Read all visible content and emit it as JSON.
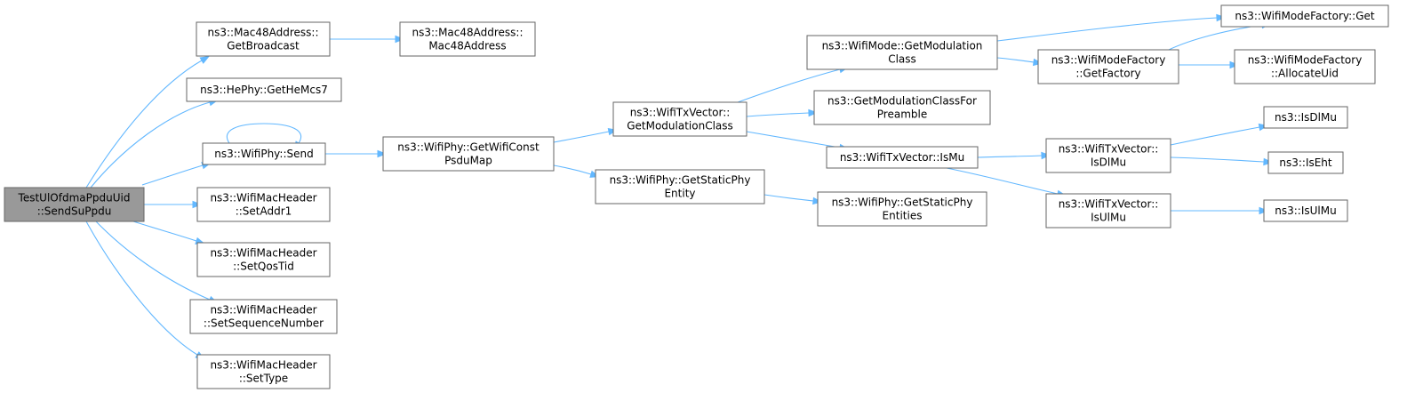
{
  "colors": {
    "background": "#ffffff",
    "node_fill": "#ffffff",
    "node_border": "#666666",
    "root_fill": "#999999",
    "edge": "#63b8ff",
    "text": "#000000"
  },
  "nodes": [
    {
      "id": "root",
      "lines": [
        "TestUlOfdmaPpduUid",
        "::SendSuPpdu"
      ],
      "root": true
    },
    {
      "id": "getbroadcast",
      "lines": [
        "ns3::Mac48Address::",
        "GetBroadcast"
      ]
    },
    {
      "id": "mac48ctor",
      "lines": [
        "ns3::Mac48Address::",
        "Mac48Address"
      ]
    },
    {
      "id": "gethemcs7",
      "lines": [
        "ns3::HePhy::GetHeMcs7"
      ]
    },
    {
      "id": "send",
      "lines": [
        "ns3::WifiPhy::Send"
      ]
    },
    {
      "id": "setaddr1",
      "lines": [
        "ns3::WifiMacHeader",
        "::SetAddr1"
      ]
    },
    {
      "id": "setqostid",
      "lines": [
        "ns3::WifiMacHeader",
        "::SetQosTid"
      ]
    },
    {
      "id": "setseq",
      "lines": [
        "ns3::WifiMacHeader",
        "::SetSequenceNumber"
      ]
    },
    {
      "id": "settype",
      "lines": [
        "ns3::WifiMacHeader",
        "::SetType"
      ]
    },
    {
      "id": "getwificonst",
      "lines": [
        "ns3::WifiPhy::GetWifiConst",
        "PsduMap"
      ]
    },
    {
      "id": "txv_getmod",
      "lines": [
        "ns3::WifiTxVector::",
        "GetModulationClass"
      ]
    },
    {
      "id": "getstaticphy",
      "lines": [
        "ns3::WifiPhy::GetStaticPhy",
        "Entity"
      ]
    },
    {
      "id": "wm_getmod",
      "lines": [
        "ns3::WifiMode::GetModulation",
        "Class"
      ]
    },
    {
      "id": "getmodpre",
      "lines": [
        "ns3::GetModulationClassFor",
        "Preamble"
      ]
    },
    {
      "id": "ismu",
      "lines": [
        "ns3::WifiTxVector::IsMu"
      ]
    },
    {
      "id": "getstaticphies",
      "lines": [
        "ns3::WifiPhy::GetStaticPhy",
        "Entities"
      ]
    },
    {
      "id": "getfactory",
      "lines": [
        "ns3::WifiModeFactory",
        "::GetFactory"
      ]
    },
    {
      "id": "wmf_get",
      "lines": [
        "ns3::WifiModeFactory::Get"
      ]
    },
    {
      "id": "allocateuid",
      "lines": [
        "ns3::WifiModeFactory",
        "::AllocateUid"
      ]
    },
    {
      "id": "txv_isdlmu",
      "lines": [
        "ns3::WifiTxVector::",
        "IsDlMu"
      ]
    },
    {
      "id": "txv_isulmu",
      "lines": [
        "ns3::WifiTxVector::",
        "IsUlMu"
      ]
    },
    {
      "id": "isdlmu",
      "lines": [
        "ns3::IsDlMu"
      ]
    },
    {
      "id": "iseht",
      "lines": [
        "ns3::IsEht"
      ]
    },
    {
      "id": "isulmu",
      "lines": [
        "ns3::IsUlMu"
      ]
    }
  ],
  "edges": [
    {
      "from": "root",
      "to": "getbroadcast"
    },
    {
      "from": "root",
      "to": "gethemcs7"
    },
    {
      "from": "root",
      "to": "send"
    },
    {
      "from": "root",
      "to": "setaddr1"
    },
    {
      "from": "root",
      "to": "setqostid"
    },
    {
      "from": "root",
      "to": "setseq"
    },
    {
      "from": "root",
      "to": "settype"
    },
    {
      "from": "getbroadcast",
      "to": "mac48ctor"
    },
    {
      "from": "send",
      "to": "send"
    },
    {
      "from": "send",
      "to": "getwificonst"
    },
    {
      "from": "getwificonst",
      "to": "txv_getmod"
    },
    {
      "from": "getwificonst",
      "to": "getstaticphy"
    },
    {
      "from": "txv_getmod",
      "to": "wm_getmod"
    },
    {
      "from": "txv_getmod",
      "to": "getmodpre"
    },
    {
      "from": "txv_getmod",
      "to": "ismu"
    },
    {
      "from": "getstaticphy",
      "to": "getstaticphies"
    },
    {
      "from": "wm_getmod",
      "to": "wmf_get"
    },
    {
      "from": "wm_getmod",
      "to": "getfactory"
    },
    {
      "from": "getfactory",
      "to": "wmf_get"
    },
    {
      "from": "getfactory",
      "to": "allocateuid"
    },
    {
      "from": "ismu",
      "to": "txv_isdlmu"
    },
    {
      "from": "ismu",
      "to": "txv_isulmu"
    },
    {
      "from": "txv_isdlmu",
      "to": "isdlmu"
    },
    {
      "from": "txv_isdlmu",
      "to": "iseht"
    },
    {
      "from": "txv_isulmu",
      "to": "isulmu"
    }
  ]
}
